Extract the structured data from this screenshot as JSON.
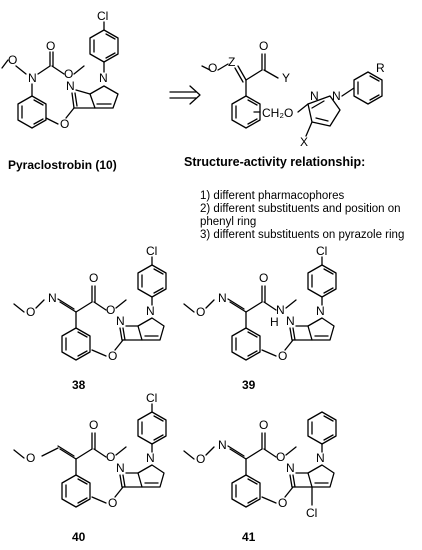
{
  "lead": {
    "name": "Pyraclostrobin (10)"
  },
  "sar": {
    "title": "Structure-activity relationship:",
    "points": [
      "1) different pharmacophores",
      "2) different substituents and position on phenyl ring",
      "3) different substituents on pyrazole ring"
    ]
  },
  "compounds": [
    {
      "id": "38"
    },
    {
      "id": "39"
    },
    {
      "id": "40"
    },
    {
      "id": "41"
    }
  ],
  "atoms": {
    "cl": "Cl",
    "o": "O",
    "n": "N",
    "h": "H",
    "z": "Z",
    "y": "Y",
    "x": "X",
    "r": "R",
    "ch2o": "CH₂O"
  }
}
